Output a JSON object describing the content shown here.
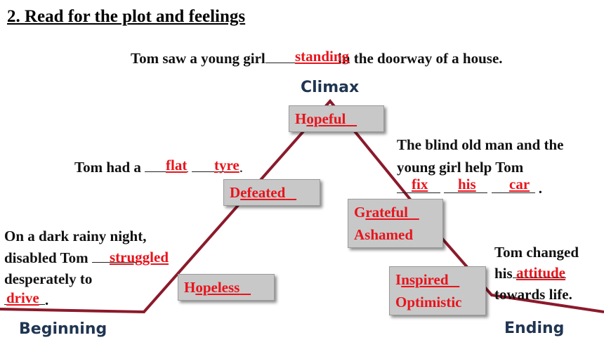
{
  "title": "2. Read for the plot and feelings",
  "top_sentence": {
    "before": "Tom saw a young girl",
    "answer": "standing",
    "after": " in the doorway of a house."
  },
  "stages": {
    "climax": "Climax",
    "beginning": "Beginning",
    "ending": "Ending"
  },
  "flat_tyre": {
    "before": "Tom had a",
    "answer1": "flat",
    "answer2": "tyre",
    "after": "."
  },
  "blind_man": {
    "line1": "The blind old man and the",
    "line2": "young girl help Tom",
    "answer1": "fix",
    "answer2": "his",
    "answer3": "car",
    "after": "."
  },
  "beginning_text": {
    "line1": "On a dark rainy night,",
    "line2_before": "disabled Tom",
    "line2_answer": "struggled",
    "line3": "desperately to",
    "line4_answer": "drive",
    "line4_after": "."
  },
  "ending_text": {
    "line1": "Tom changed",
    "line2_before": "his",
    "line2_answer": "attitude",
    "line3": "towards life."
  },
  "boxes": {
    "hopeful": {
      "letter": "H",
      "rest": "opeful"
    },
    "defeated": {
      "letter": "D",
      "rest": "efeated"
    },
    "hopeless": {
      "letter": "H",
      "rest": "opeless"
    },
    "grateful": {
      "letter": "G",
      "rest": "rateful",
      "second": "Ashamed"
    },
    "inspired": {
      "letter": "I",
      "rest": "nspired",
      "second": "Optimistic"
    }
  },
  "colors": {
    "answer": "#e8141c",
    "line": "#8b1a2b",
    "box": "#c8c8c8",
    "stage": "#1f3552"
  }
}
